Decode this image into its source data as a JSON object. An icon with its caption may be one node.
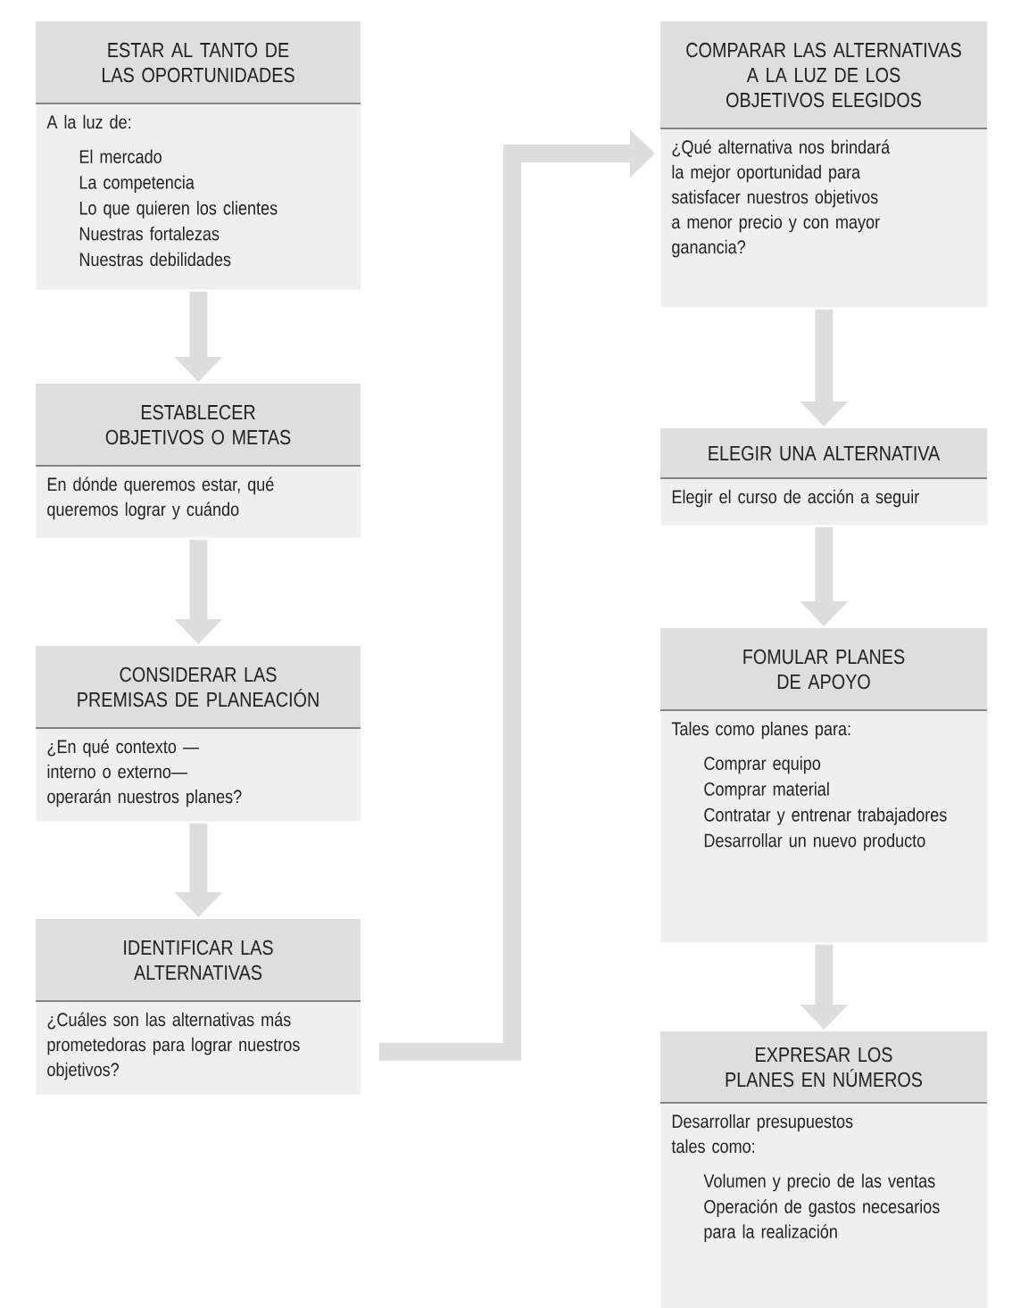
{
  "diagram": {
    "nodes": [
      {
        "text": [
          "ESTAR AL TANTO DE LAS OPORTUNIDADES",
          "A la luz de:",
          "El mercado",
          "La competencia",
          "Lo que quieren los clientes",
          "Nuestras fortalezas",
          "Nuestras debilidades"
        ]
      },
      {
        "text": [
          "ESTABLECER OBJETIVOS O METAS",
          "En dónde queremos estar, qué queremos lograr y cuándo"
        ]
      },
      {
        "text": [
          "CONSIDERAR LAS PREMISAS DE PLANEACIÓN",
          "¿En qué contexto —interno o externo— operarán nuestros planes?"
        ]
      },
      {
        "text": [
          "IDENTIFICAR LAS ALTERNATIVAS",
          "¿Cuáles son las alternativas más prometedoras para lograr nuestros objetivos?"
        ]
      },
      {
        "text": [
          "COMPARAR LAS ALTERNATIVAS A LA LUZ DE LOS OBJETIVOS ELEGIDOS",
          "¿Qué alternativa nos brindará la mejor oportunidad para satisfacer nuestros objetivos a menor precio y con mayor ganancia?"
        ]
      },
      {
        "text": [
          "ELEGIR UNA ALTERNATIVA",
          "Elegir el curso de acción a seguir"
        ]
      },
      {
        "text": [
          "FOMULAR PLANES DE APOYO",
          "Tales como planes para:",
          "Comprar equipo",
          "Comprar material",
          "Contratar y entrenar trabajadores",
          "Desarrollar un nuevo producto"
        ]
      },
      {
        "text": [
          "EXPRESAR LOS PLANES EN NÚMEROS",
          "Desarrollar presupuestos tales como:",
          "Volumen y precio de las ventas",
          "Operación de gastos necesarios para la realización"
        ]
      }
    ],
    "edges": [
      {
        "from": 0,
        "to": 1,
        "arrow": "to"
      },
      {
        "from": 1,
        "to": 2,
        "arrow": "to"
      },
      {
        "from": 2,
        "to": 3,
        "arrow": "to"
      },
      {
        "from": 3,
        "to": 4,
        "arrow": "to"
      },
      {
        "from": 4,
        "to": 5,
        "arrow": "to"
      },
      {
        "from": 5,
        "to": 6,
        "arrow": "to"
      },
      {
        "from": 6,
        "to": 7,
        "arrow": "to"
      }
    ]
  }
}
